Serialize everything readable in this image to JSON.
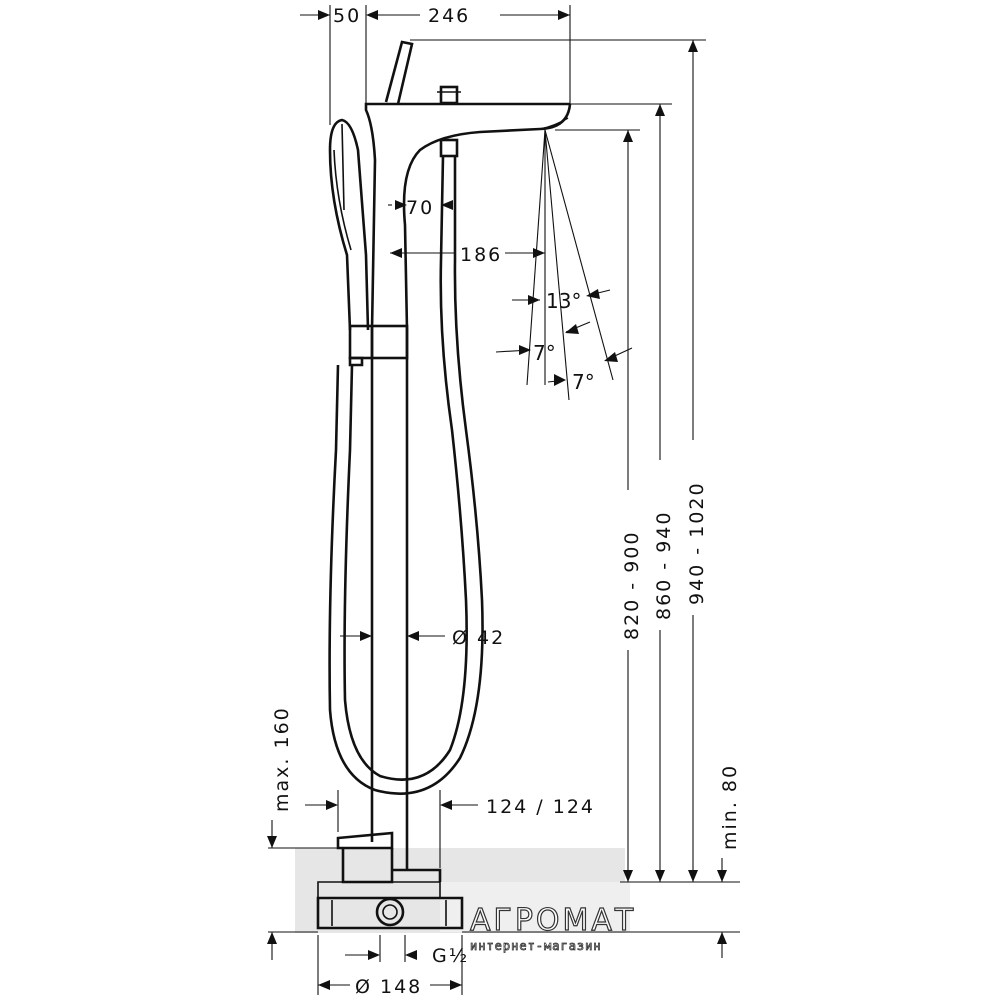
{
  "dimensions": {
    "d50": "50",
    "d246": "246",
    "d70": "70",
    "d186": "186",
    "d13": "13°",
    "d7a": "7°",
    "d7b": "7°",
    "d42": "Ø 42",
    "d124": "124 / 124",
    "dmax160": "max. 160",
    "dmin80": "min. 80",
    "d820": "820 - 900",
    "d860": "860 - 940",
    "d940": "940 - 1020",
    "d148": "Ø 148",
    "dg": "G½"
  },
  "watermark": {
    "brand": "АГРОМАТ",
    "tagline": "интернет-магазин"
  }
}
